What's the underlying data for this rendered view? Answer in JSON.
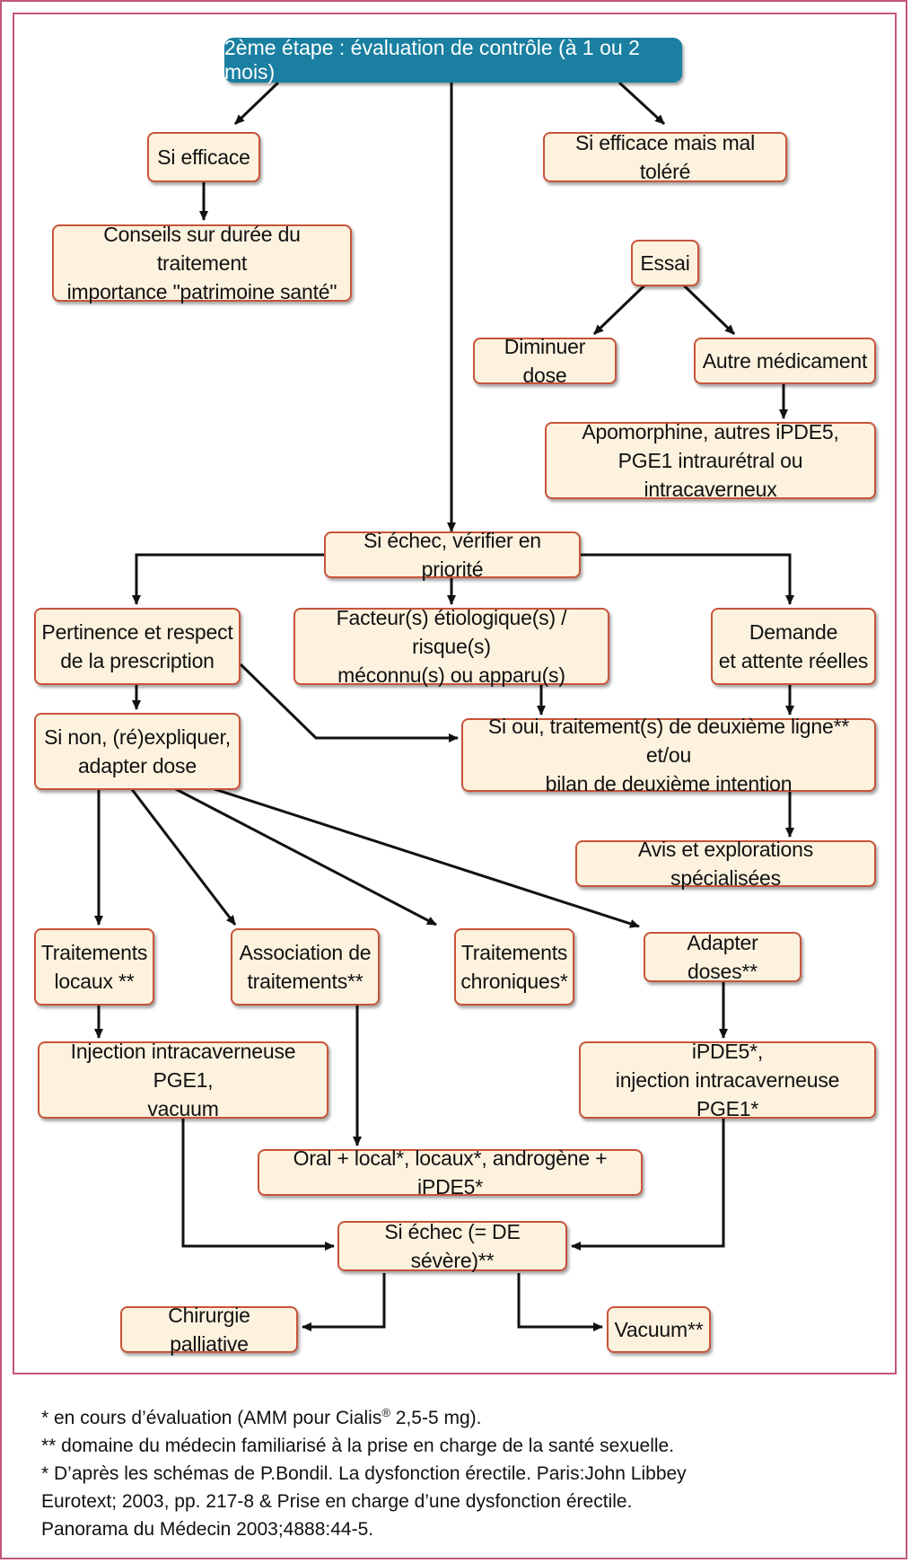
{
  "colors": {
    "header_bg": "#1a7fa0",
    "box_bg": "#fcf2de",
    "box_border": "#c8543a",
    "frame": "#c2577a",
    "arrow": "#111111"
  },
  "diagram": {
    "header": "2ème étape : évaluation de contrôle (à 1 ou 2 mois)",
    "si_efficace": "Si efficace",
    "mal_tolere": "Si efficace mais mal toléré",
    "conseils": "Conseils sur durée du traitement\nimportance \"patrimoine santé\"",
    "essai": "Essai",
    "diminuer": "Diminuer dose",
    "autre": "Autre médicament",
    "apomorphine": "Apomorphine, autres iPDE5,\nPGE1 intraurétral ou intracaverneux",
    "echec": "Si échec, vérifier en priorité",
    "pertinence": "Pertinence et respect\nde la prescription",
    "facteurs": "Facteur(s) étiologique(s) / risque(s)\nméconnu(s) ou apparu(s)",
    "demande": "Demande\net attente réelles",
    "si_non": "Si non, (ré)expliquer,\nadapter dose",
    "si_oui": "Si oui, traitement(s) de deuxième ligne** et/ou\nbilan de deuxième intention",
    "avis": "Avis et explorations spécialisées",
    "trait_locaux": "Traitements\nlocaux **",
    "association": "Association de\ntraitements**",
    "trait_chroniques": "Traitements\nchroniques*",
    "adapter_doses": "Adapter doses**",
    "injection": "Injection intracaverneuse PGE1,\nvacuum",
    "ipde5": "iPDE5*,\ninjection intracaverneuse PGE1*",
    "oral": "Oral + local*, locaux*, androgène + iPDE5*",
    "si_echec_de": "Si échec (= DE sévère)**",
    "chirurgie": "Chirurgie palliative",
    "vacuum": "Vacuum**"
  },
  "footnotes": {
    "line1_a": "* en cours d’évaluation (AMM pour Cialis",
    "line1_sup": "®",
    "line1_b": " 2,5-5 mg).",
    "line2": "** domaine du médecin familiarisé à la prise en charge de la santé sexuelle.",
    "line3": "* D’après les schémas de P.Bondil. La dysfonction érectile. Paris:John Libbey",
    "line4": "Eurotext; 2003, pp. 217-8 & Prise en charge d’une dysfonction érectile.",
    "line5": "Panorama du Médecin 2003;4888:44-5."
  }
}
